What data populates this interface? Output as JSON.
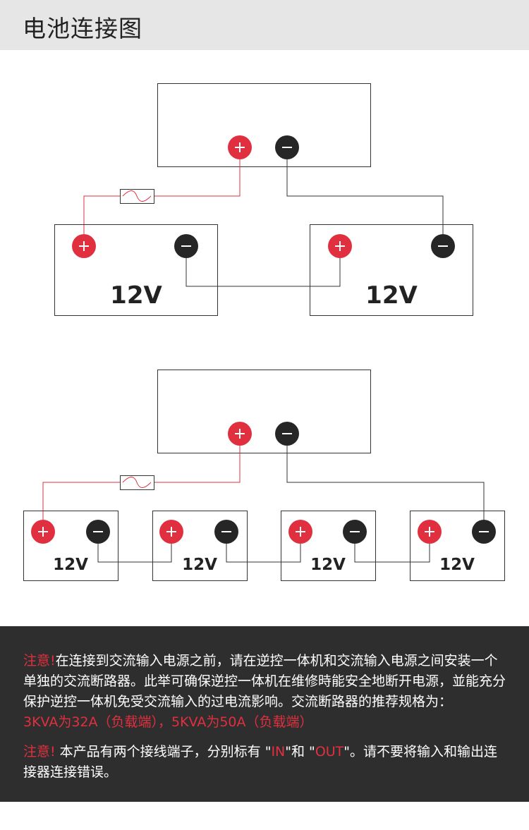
{
  "header": {
    "title": "电池连接图"
  },
  "colors": {
    "accent": "#e0303f",
    "terminal_dark": "#262626",
    "wire": "#333333",
    "notes_bg": "#2e2e2e"
  },
  "diagram1": {
    "battery_labels": [
      "12V",
      "12V"
    ],
    "terminal_positive": "+",
    "terminal_negative": "−"
  },
  "diagram2": {
    "battery_labels": [
      "12V",
      "12V",
      "12V",
      "12V"
    ]
  },
  "notes": {
    "note1": {
      "prefix": "注意!",
      "body": "在连接到交流输入电源之前，请在逆控一体机和交流输入电源之间安装一个单独的交流断路器。此举可确保逆控一体机在维修時能安全地断开电源，並能充分保护逆控一体机免受交流输入的过电流影响。交流断路器的推荐规格为：",
      "spec": "3KVA为32A（负载端），5KVA为50A（负载端）"
    },
    "note2": {
      "prefix": "注意!",
      "part1": " 本产品有两个接线端子，分别标有 \"",
      "in_label": "IN",
      "part2": "\"和 \"",
      "out_label": "OUT",
      "part3": "\"。请不要将输入和输出连接器连接错误。"
    }
  }
}
